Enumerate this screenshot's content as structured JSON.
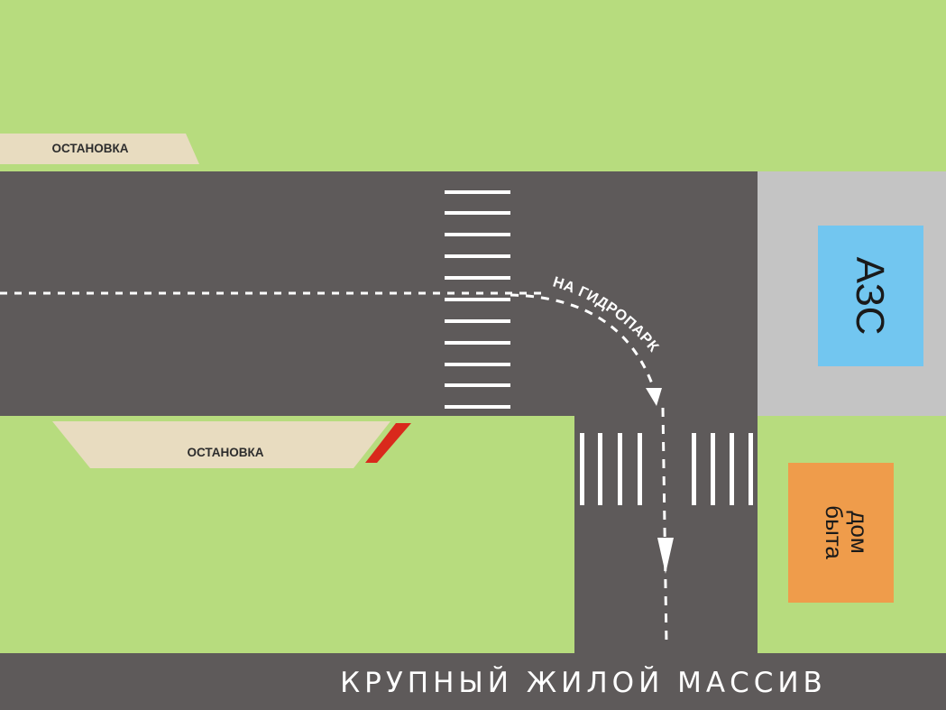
{
  "labels": {
    "stop_top": "ОСТАНОВКА",
    "stop_bottom": "ОСТАНОВКА",
    "gas_station": "АЗС",
    "service_house_line1": "дом",
    "service_house_line2": "быта",
    "route": "НА ГИДРОПАРК",
    "district": "КРУПНЫЙ ЖИЛОЙ МАССИВ"
  },
  "colors": {
    "grass": "#b7dc7e",
    "road": "#5e5a5a",
    "marking": "#ffffff",
    "stop_platform": "#e8dcc0",
    "gas_station_lot": "#c4c4c4",
    "gas_station": "#72c6f0",
    "service_house": "#ef9c4b",
    "red_marker": "#d9291c"
  }
}
